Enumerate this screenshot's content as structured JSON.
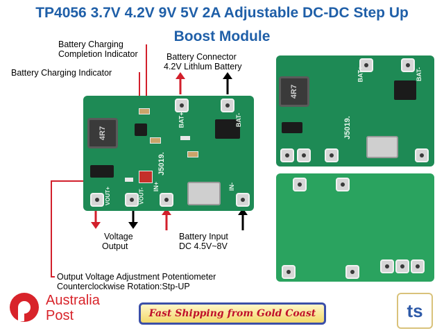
{
  "title": {
    "line1": "TP4056 3.7V 4.2V 9V 5V 2A Adjustable DC-DC Step Up",
    "line2": "Boost Module"
  },
  "labels": {
    "completion_1": "Battery Charging",
    "completion_2": "Completion Indicator",
    "charging": "Battery Charging Indicator",
    "connector_1": "Battery Connector",
    "connector_2": "4.2V Lithlum Battery",
    "voltage_1": "Voltage",
    "voltage_2": "Output",
    "input_1": "Battery Input",
    "input_2": "DC 4.5V~8V",
    "pot_1": "Output Voltage Adjustment Potentiometer",
    "pot_2": "Counterclockwise Rotation:Stp-UP"
  },
  "silkscreen": {
    "bat_plus": "BAT+",
    "bat_minus": "BAT-",
    "in_plus": "IN+",
    "in_minus": "IN-",
    "vout_plus": "VOUT+",
    "vout_minus": "VOUT-",
    "model": "J5019.",
    "inductor": "4R7"
  },
  "footer": {
    "brand_line1": "Australia",
    "brand_line2": "Post",
    "banner": "Fast  Shipping from Gold Coast",
    "logo": "ts"
  },
  "colors": {
    "title": "#1f5fa8",
    "pcb": "#1e8a55",
    "indicator_red": "#d21f2b",
    "banner_text": "#c0102a",
    "banner_border": "#3b4fa8"
  }
}
